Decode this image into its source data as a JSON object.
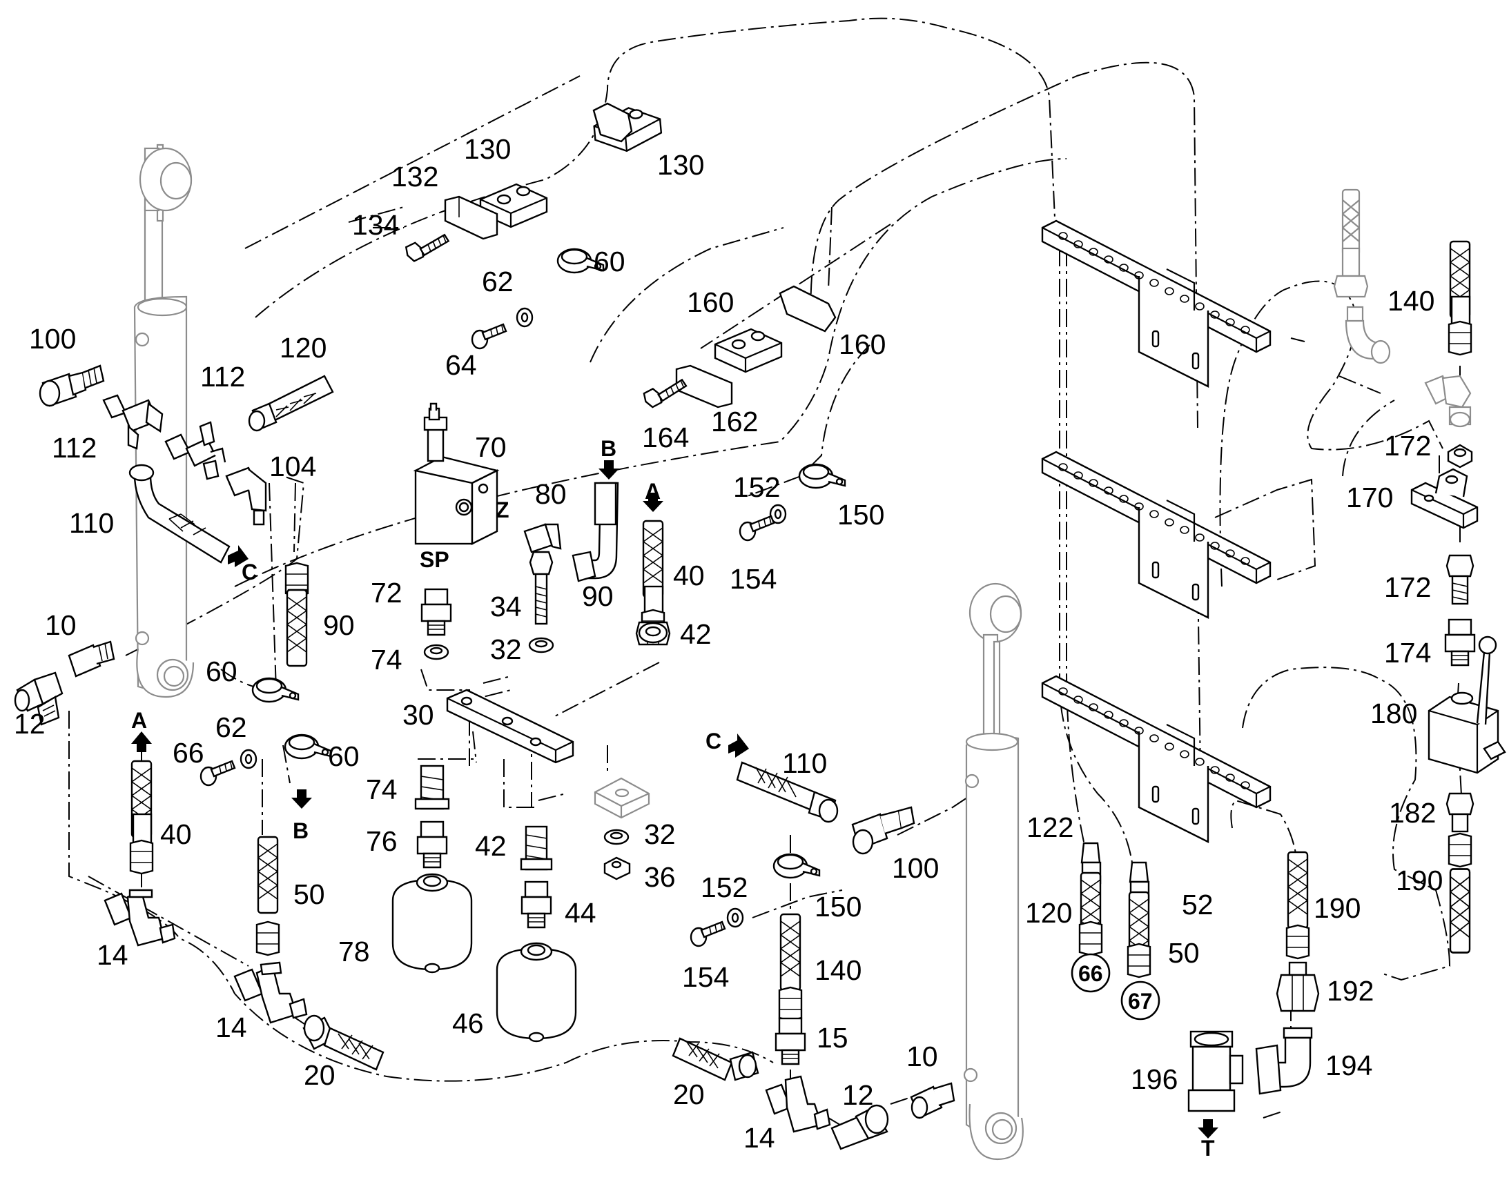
{
  "diagram": {
    "callouts": [
      "10",
      "12",
      "14",
      "15",
      "20",
      "30",
      "32",
      "34",
      "36",
      "40",
      "42",
      "44",
      "46",
      "50",
      "52",
      "60",
      "62",
      "64",
      "66",
      "67",
      "70",
      "72",
      "74",
      "76",
      "78",
      "80",
      "90",
      "100",
      "104",
      "110",
      "112",
      "120",
      "122",
      "130",
      "132",
      "134",
      "140",
      "150",
      "152",
      "154",
      "160",
      "162",
      "164",
      "170",
      "172",
      "174",
      "180",
      "182",
      "190",
      "192",
      "194",
      "196"
    ],
    "port_letters": [
      "A",
      "B",
      "C",
      "T",
      "Z",
      "SP"
    ],
    "circled_markers": [
      "66",
      "67"
    ]
  }
}
